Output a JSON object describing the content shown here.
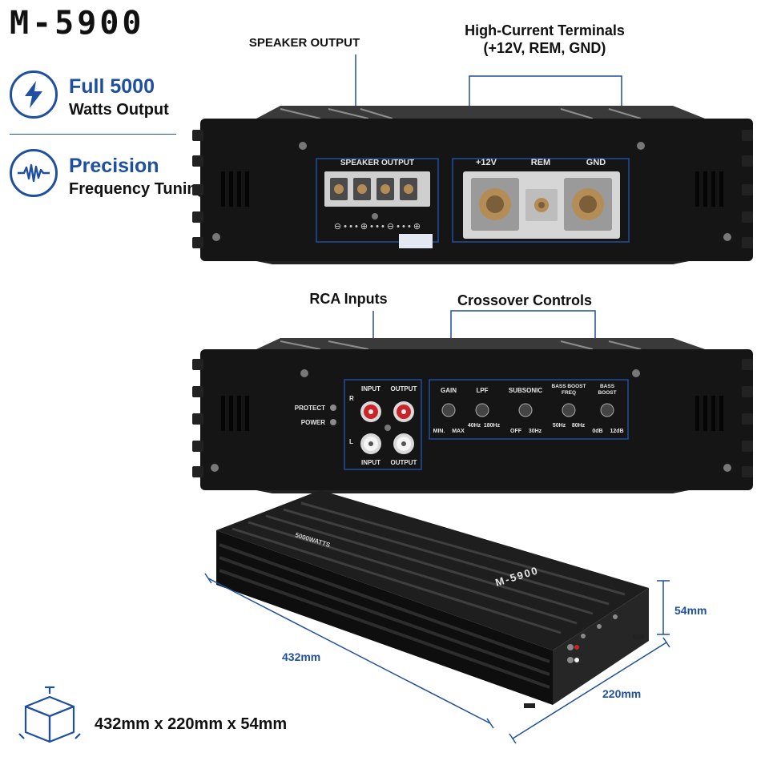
{
  "title": "M-5900",
  "features": [
    {
      "icon": "lightning-bolt-icon",
      "main": "Full 5000",
      "sub": "Watts Output"
    },
    {
      "icon": "waveform-icon",
      "main": "Precision",
      "sub": "Frequency Tuning"
    }
  ],
  "callouts": {
    "speaker_output": "SPEAKER OUTPUT",
    "hc_line1": "High-Current Terminals",
    "hc_line2": "(+12V, REM, GND)",
    "rca_inputs": "RCA Inputs",
    "crossover": "Crossover Controls"
  },
  "front_panel": {
    "speaker_output": "SPEAKER OUTPUT",
    "speaker_polarity": "⊖ • • • ⊕ • • • ⊖ • • • ⊕",
    "v12": "+12V",
    "rem": "REM",
    "gnd": "GND"
  },
  "rear_panel": {
    "protect": "PROTECT",
    "power": "POWER",
    "r": "R",
    "l": "L",
    "input": "INPUT",
    "output": "OUTPUT",
    "gain": "GAIN",
    "gain_min": "MIN.",
    "gain_max": "MAX",
    "lpf": "LPF",
    "lpf_lo": "40Hz",
    "lpf_hi": "180Hz",
    "subsonic": "SUBSONIC",
    "sub_lo": "OFF",
    "sub_hi": "30Hz",
    "bbf1": "BASS BOOST",
    "bbf2": "FREQ",
    "bbf_lo": "50Hz",
    "bbf_hi": "80Hz",
    "bb1": "BASS",
    "bb2": "BOOST",
    "bb_lo": "0dB",
    "bb_hi": "12dB"
  },
  "product": {
    "top_label": "5000WATTS",
    "model_label": "M-5900"
  },
  "dimensions": {
    "length": "432mm",
    "width": "220mm",
    "height": "54mm",
    "summary": "432mm  x 220mm x 54mm"
  },
  "colors": {
    "accent": "#1f4fa0",
    "amp_body": "#151515"
  }
}
